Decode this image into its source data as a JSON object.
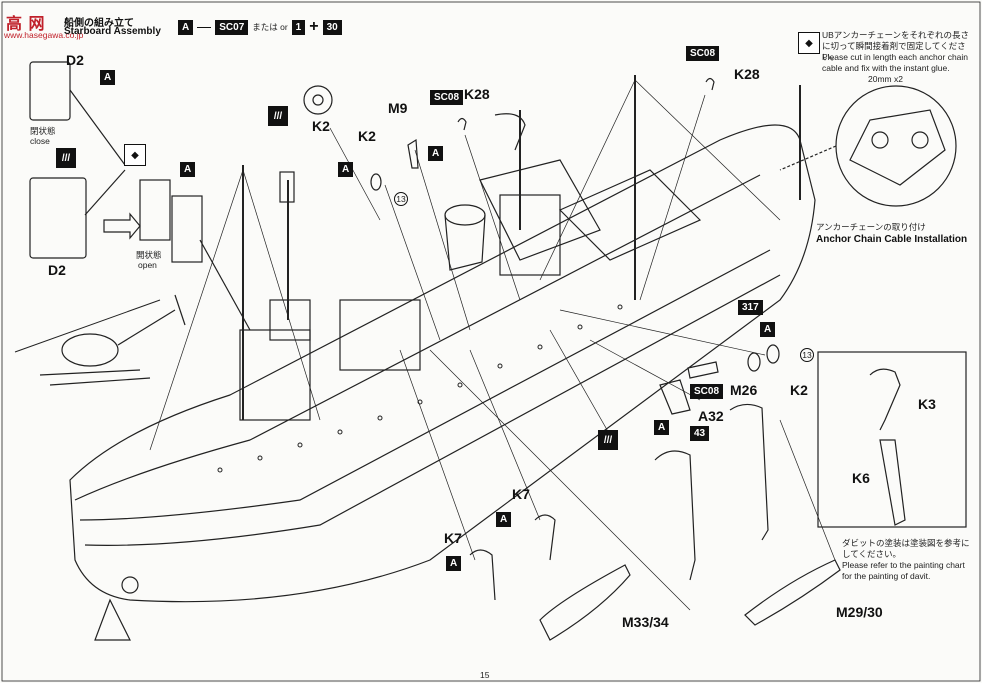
{
  "header": {
    "watermark_logo": "高 网",
    "watermark_site": "www.hasegawa.co.jp",
    "title_jp": "船側の組み立て",
    "title_en": "Starboard Assembly",
    "step_badges": [
      "A",
      "SC07",
      "または or",
      "1",
      "30"
    ]
  },
  "parts": {
    "d2_top": "D2",
    "d2_bottom": "D2",
    "k2_a": "K2",
    "k2_b": "K2",
    "k2_c": "K2",
    "m9": "M9",
    "k28_a": "K28",
    "k28_b": "K28",
    "k3": "K3",
    "k6": "K6",
    "k7_a": "K7",
    "k7_b": "K7",
    "m26": "M26",
    "a32": "A32",
    "m33_34": "M33/34",
    "m29_30": "M29/30"
  },
  "tags": {
    "a_d2": "A",
    "a_open": "A",
    "a_k2": "A",
    "a_m9": "A",
    "sc08_k28a": "SC08",
    "sc08_k28b": "SC08",
    "sc08_m26": "SC08",
    "t317": "317",
    "a_k2c": "A",
    "a_a32": "A",
    "t43": "43",
    "a_k7a": "A",
    "a_k7b": "A"
  },
  "circles": {
    "c13_a": "13",
    "c13_b": "13"
  },
  "labels": {
    "close_jp": "閉状態",
    "close_en": "close",
    "open_jp": "開状態",
    "open_en": "open"
  },
  "notes": {
    "anchor_jp": "UBアンカーチェーンをそれぞれの長さに切って瞬間接着剤で固定してください。",
    "anchor_en": "Please cut in length each anchor chain cable and fix with the instant glue.",
    "anchor_size": "20mm x2",
    "anchor_caption_jp": "アンカーチェーンの取り付け",
    "anchor_caption_en": "Anchor Chain Cable Installation",
    "davit_jp": "ダビットの塗装は塗装図を参考にしてください。",
    "davit_en": "Please refer to the painting chart for the painting of davit."
  },
  "footer": {
    "page_number": "15"
  },
  "colors": {
    "ink": "#111111",
    "paper": "#fbfbf9",
    "logo_red": "#c0202a"
  }
}
